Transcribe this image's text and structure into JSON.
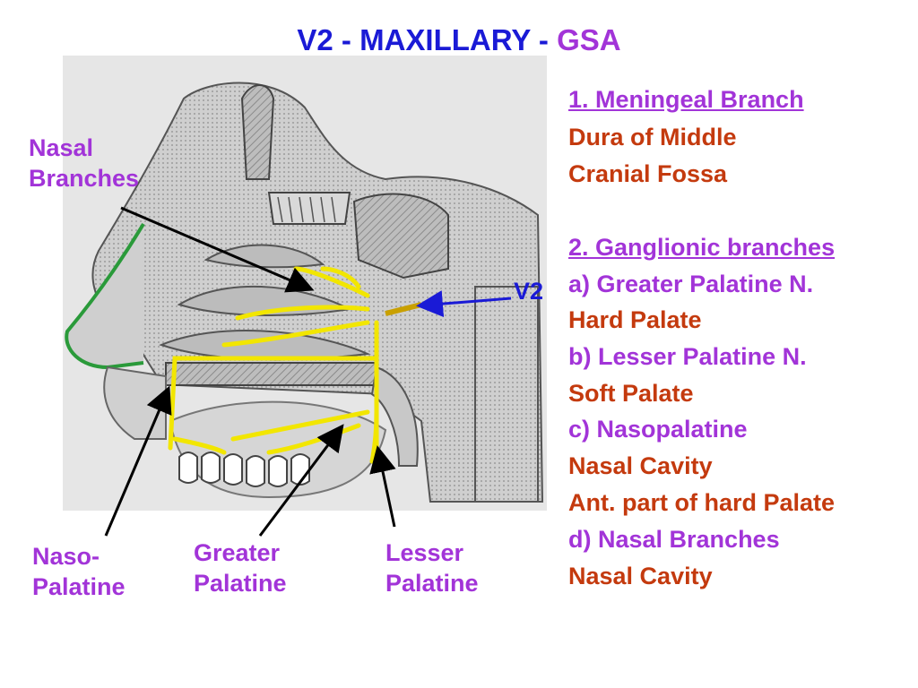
{
  "title": {
    "prefix": "V2 - MAXILLARY - ",
    "accent": "GSA"
  },
  "diagram_labels": {
    "nasal_branches": [
      "Nasal",
      "Branches"
    ],
    "v2": "V2",
    "naso_palatine": [
      "Naso-",
      "Palatine"
    ],
    "greater_palatine": [
      "Greater",
      "Palatine"
    ],
    "lesser_palatine": [
      "Lesser",
      "Palatine"
    ]
  },
  "branches": {
    "meningeal": {
      "heading": "1. Meningeal Branch",
      "lines": [
        "Dura of Middle",
        "Cranial Fossa"
      ]
    },
    "ganglionic": {
      "heading": "2. Ganglionic branches",
      "items": [
        {
          "name": "a) Greater Palatine N.",
          "target": "Hard Palate"
        },
        {
          "name": "b) Lesser Palatine N.",
          "target": "Soft Palate"
        },
        {
          "name": "c) Nasopalatine",
          "target": "Nasal Cavity",
          "target2": "Ant. part of hard Palate"
        },
        {
          "name": "d) Nasal Branches",
          "target": "Nasal Cavity"
        }
      ]
    }
  },
  "colors": {
    "title": "#1a1ad6",
    "label_purple": "#a234d8",
    "text_brown": "#c43a0e",
    "nerve_yellow": "#f2e600",
    "arrow_blue": "#1a1ad6",
    "nose_green": "#2a9a3a"
  }
}
